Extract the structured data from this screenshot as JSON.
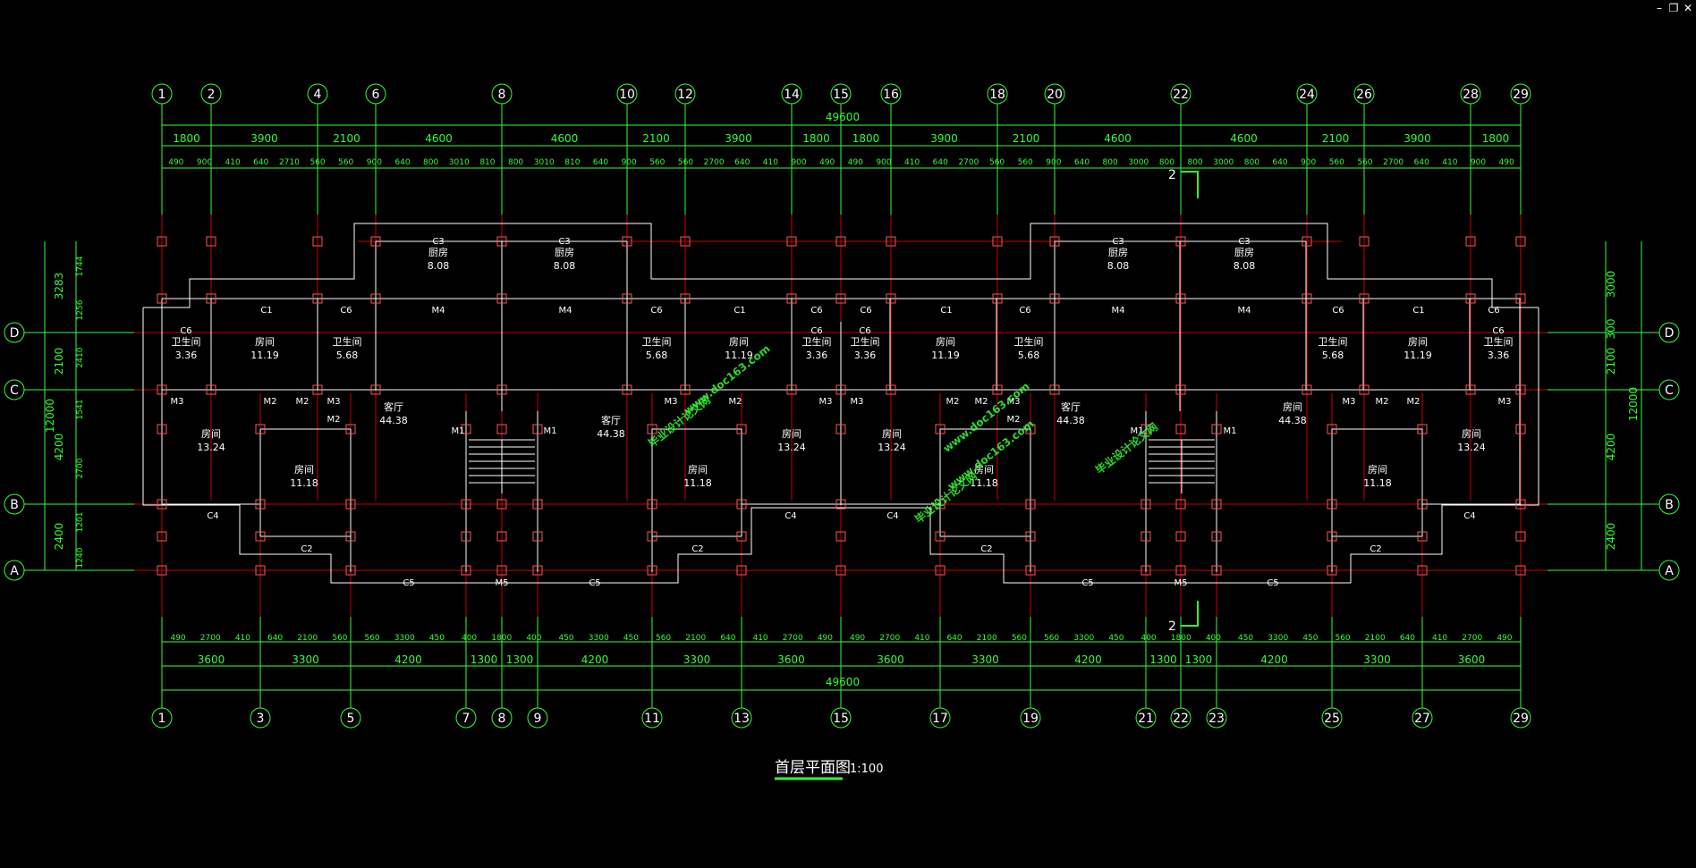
{
  "window_controls": [
    "–",
    "❐",
    "✕"
  ],
  "title": {
    "text": "首层平面图",
    "scale": "1:100"
  },
  "overall_dimension": "49600",
  "axes_top": [
    "1",
    "2",
    "4",
    "6",
    "8",
    "10",
    "12",
    "14",
    "15",
    "16",
    "18",
    "20",
    "22",
    "24",
    "26",
    "28",
    "29"
  ],
  "axes_bottom": [
    "1",
    "3",
    "5",
    "7",
    "8",
    "9",
    "11",
    "13",
    "15",
    "17",
    "19",
    "21",
    "22",
    "23",
    "25",
    "27",
    "29"
  ],
  "axes_side": [
    "D",
    "C",
    "B",
    "A"
  ],
  "dims_top_1": [
    "1800",
    "3900",
    "2100",
    "4600",
    "4600",
    "2100",
    "3900",
    "1800",
    "1800",
    "3900",
    "2100",
    "4600",
    "4600",
    "2100",
    "3900",
    "1800"
  ],
  "dims_top_2": [
    "490",
    "900",
    "410",
    "640",
    "2710",
    "560",
    "560",
    "900",
    "640",
    "800",
    "3010",
    "810",
    "800",
    "3010",
    "810",
    "640",
    "900",
    "560",
    "560",
    "2700",
    "640",
    "410",
    "900",
    "490",
    "490",
    "900",
    "410",
    "640",
    "2700",
    "560",
    "560",
    "900",
    "640",
    "800",
    "3000",
    "800",
    "800",
    "3000",
    "800",
    "640",
    "900",
    "560",
    "560",
    "2700",
    "640",
    "410",
    "900",
    "490"
  ],
  "dims_bottom_1": [
    "490",
    "2700",
    "410",
    "640",
    "2100",
    "560",
    "560",
    "3300",
    "450",
    "400",
    "1800",
    "400",
    "450",
    "3300",
    "450",
    "560",
    "2100",
    "640",
    "410",
    "2700",
    "490",
    "490",
    "2700",
    "410",
    "640",
    "2100",
    "560",
    "560",
    "3300",
    "450",
    "400",
    "1800",
    "400",
    "450",
    "3300",
    "450",
    "560",
    "2100",
    "640",
    "410",
    "2700",
    "490"
  ],
  "dims_bottom_2": [
    "3600",
    "3300",
    "4200",
    "1300",
    "1300",
    "4200",
    "3300",
    "3600",
    "3600",
    "3300",
    "4200",
    "1300",
    "1300",
    "4200",
    "3300",
    "3600"
  ],
  "dims_left_outer": [
    "3283",
    "2100",
    "12000",
    "4200",
    "2400"
  ],
  "dims_left_inner": [
    "1744",
    "1256",
    "2410",
    "1541",
    "2700",
    "1201",
    "1240"
  ],
  "dims_right_outer": [
    "3000",
    "300",
    "2100",
    "12000",
    "4200",
    "2400"
  ],
  "section_marks": [
    "2",
    "2"
  ],
  "rooms": [
    {
      "name": "厨房",
      "area": "8.08",
      "win": "C3"
    },
    {
      "name": "厨房",
      "area": "8.08",
      "win": "C3"
    },
    {
      "name": "厨房",
      "area": "8.08",
      "win": "C3"
    },
    {
      "name": "厨房",
      "area": "8.08",
      "win": "C3"
    },
    {
      "name": "卫生间",
      "area": "3.36",
      "win": "C6"
    },
    {
      "name": "房间",
      "area": "11.19"
    },
    {
      "name": "卫生间",
      "area": "5.68"
    },
    {
      "name": "卫生间",
      "area": "5.68"
    },
    {
      "name": "房间",
      "area": "11.19"
    },
    {
      "name": "卫生间",
      "area": "3.36",
      "win": "C6"
    },
    {
      "name": "卫生间",
      "area": "3.36",
      "win": "C6"
    },
    {
      "name": "房间",
      "area": "11.19"
    },
    {
      "name": "卫生间",
      "area": "5.68"
    },
    {
      "name": "卫生间",
      "area": "5.68"
    },
    {
      "name": "房间",
      "area": "11.19"
    },
    {
      "name": "卫生间",
      "area": "3.36",
      "win": "C6"
    },
    {
      "name": "客厅",
      "area": "44.38"
    },
    {
      "name": "客厅",
      "area": "44.38"
    },
    {
      "name": "客厅",
      "area": "44.38"
    },
    {
      "name": "房间",
      "area": "44.38"
    },
    {
      "name": "房间",
      "area": "13.24"
    },
    {
      "name": "房间",
      "area": "11.18"
    },
    {
      "name": "房间",
      "area": "11.18"
    },
    {
      "name": "房间",
      "area": "13.24"
    },
    {
      "name": "房间",
      "area": "13.24"
    },
    {
      "name": "房间",
      "area": "11.18"
    },
    {
      "name": "房间",
      "area": "11.18"
    },
    {
      "name": "房间",
      "area": "13.24"
    }
  ],
  "openings": [
    "C1",
    "C6",
    "M4",
    "M4",
    "C6",
    "C1",
    "C6",
    "C6",
    "C1",
    "C6",
    "M4",
    "M4",
    "C6",
    "C1",
    "C6",
    "M3",
    "M2",
    "M2",
    "M3",
    "M2",
    "M3",
    "M2",
    "M3",
    "M3",
    "M2",
    "M2",
    "M3",
    "M2",
    "M3",
    "M2",
    "M2",
    "M3",
    "M1",
    "M1",
    "M1",
    "M1",
    "C4",
    "C2",
    "C5",
    "M5",
    "C5",
    "C2",
    "C4",
    "C4",
    "C2",
    "C5",
    "M5",
    "C5",
    "C2",
    "C4"
  ],
  "watermarks": [
    "毕业设计论文网",
    "www.doc163.com",
    "毕业设计论文网",
    "www.doc163.com",
    "毕业设计论文网",
    "www.doc163.com"
  ]
}
